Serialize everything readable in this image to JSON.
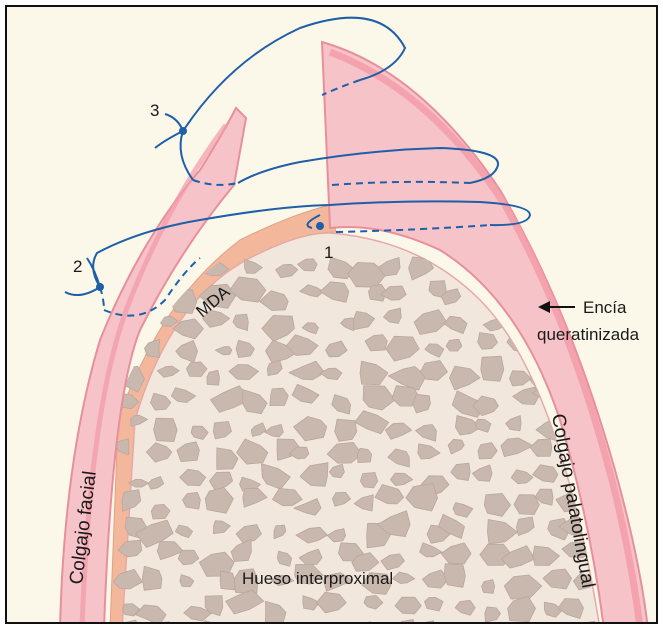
{
  "labels": {
    "suture_1": "1",
    "suture_2": "2",
    "suture_3": "3",
    "mda": "MDA",
    "encia_line1": "Encía",
    "encia_line2": "queratinizada",
    "colgajo_facial": "Colgajo facial",
    "colgajo_palatolingual": "Colgajo palatolingual",
    "hueso": "Hueso interproximal"
  },
  "colors": {
    "background": "#fbf8ea",
    "flap_fill": "#f6c3c8",
    "flap_stroke": "#e88f9c",
    "flap_highlight": "#f29aa8",
    "mda_fill": "#f3b89c",
    "bone_fill": "#f1e7dd",
    "bone_hole": "#c9b8ae",
    "suture": "#1f5fa8",
    "frame": "#111111"
  }
}
